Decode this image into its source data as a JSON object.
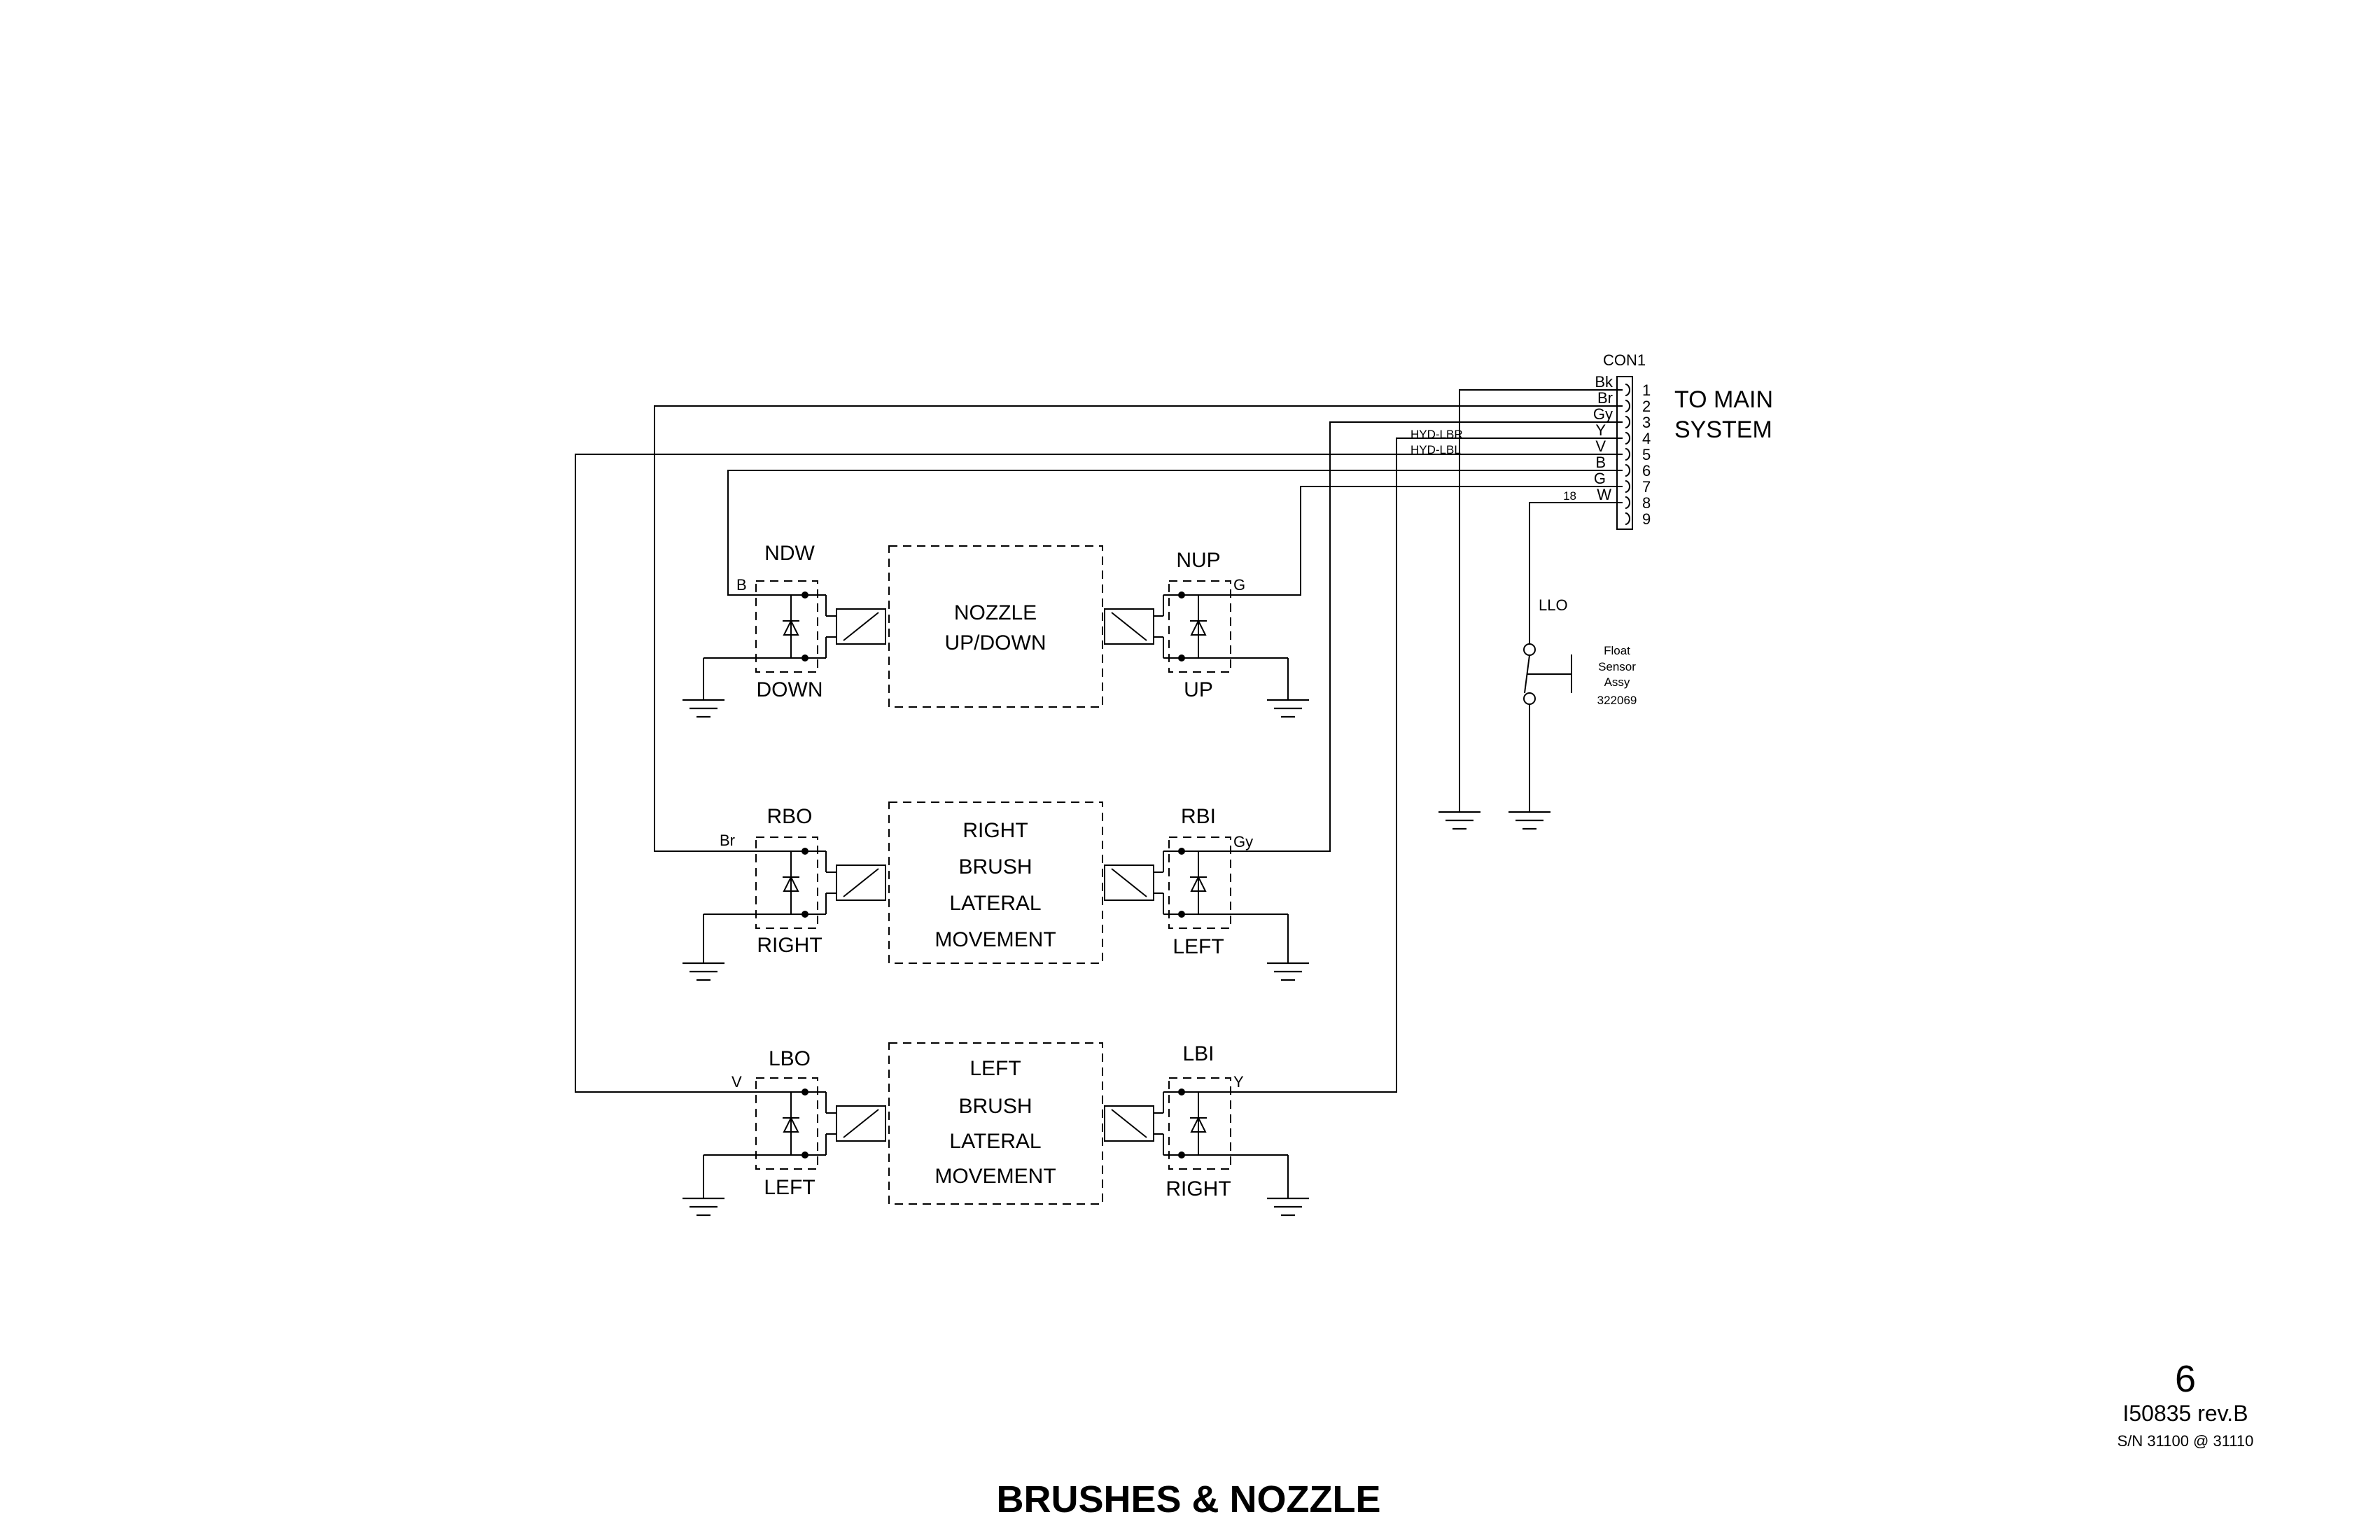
{
  "connector": {
    "name": "CON1",
    "to_label_1": "TO MAIN",
    "to_label_2": "SYSTEM",
    "pins": [
      "1",
      "2",
      "3",
      "4",
      "5",
      "6",
      "7",
      "8",
      "9"
    ],
    "wires": [
      "Bk",
      "Br",
      "Gy",
      "Y",
      "V",
      "B",
      "G",
      "W"
    ],
    "wire_gauge_w": "18",
    "net_lbr": "HYD-LBR",
    "net_lbl": "HYD-LBL"
  },
  "float_sensor": {
    "name": "LLO",
    "desc_1": "Float",
    "desc_2": "Sensor",
    "desc_3": "Assy",
    "part": "322069"
  },
  "actuators": [
    {
      "lines": [
        "NOZZLE",
        "UP/DOWN"
      ],
      "left_relay": {
        "name": "NDW",
        "dir": "DOWN",
        "wire": "B"
      },
      "right_relay": {
        "name": "NUP",
        "dir": "UP",
        "wire": "G"
      }
    },
    {
      "lines": [
        "RIGHT",
        "BRUSH",
        "LATERAL",
        "MOVEMENT"
      ],
      "left_relay": {
        "name": "RBO",
        "dir": "RIGHT",
        "wire": "Br"
      },
      "right_relay": {
        "name": "RBI",
        "dir": "LEFT",
        "wire": "Gy"
      }
    },
    {
      "lines": [
        "LEFT",
        "BRUSH",
        "LATERAL",
        "MOVEMENT"
      ],
      "left_relay": {
        "name": "LBO",
        "dir": "LEFT",
        "wire": "V"
      },
      "right_relay": {
        "name": "LBI",
        "dir": "RIGHT",
        "wire": "Y"
      }
    }
  ],
  "page_number": "6",
  "doc_id": "I50835 rev.B",
  "serial": "S/N 31100 @ 31110",
  "title": "BRUSHES & NOZZLE"
}
